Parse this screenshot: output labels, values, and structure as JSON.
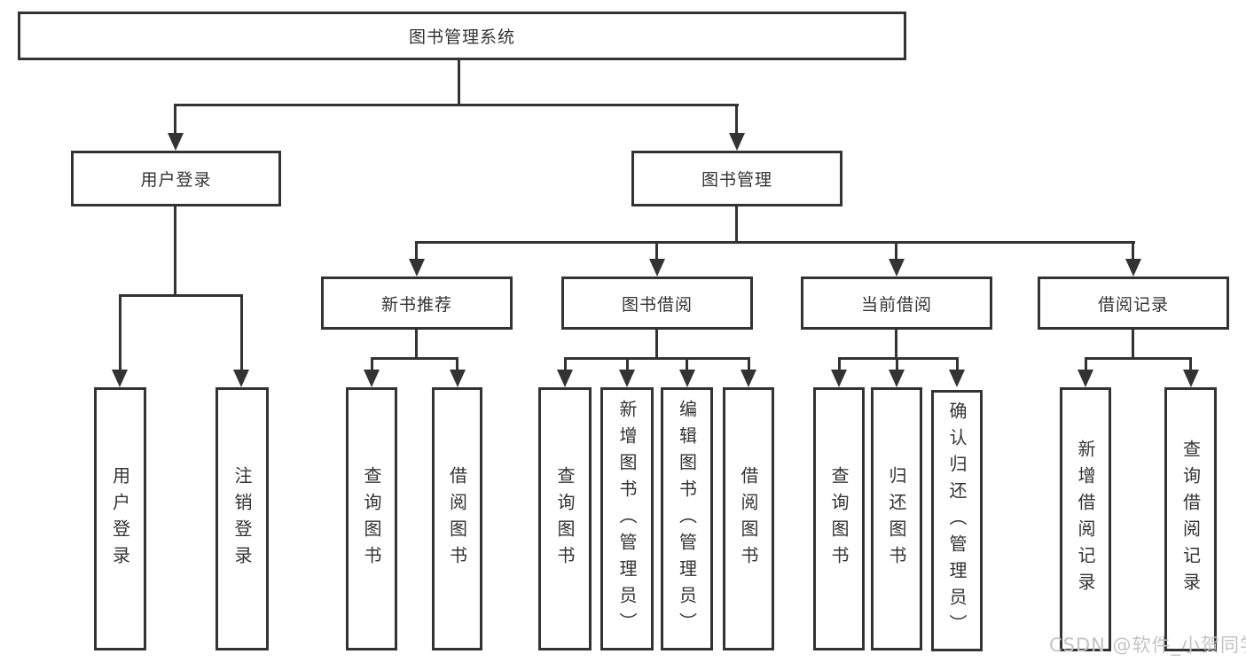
{
  "diagram": {
    "title_node": "图书管理系统",
    "root": {
      "label": "图书管理系统"
    },
    "branches": [
      {
        "label": "用户登录",
        "children": [
          {
            "label": "用户登录"
          },
          {
            "label": "注销登录"
          }
        ]
      },
      {
        "label": "图书管理",
        "children": [
          {
            "label": "新书推荐",
            "children": [
              {
                "label": "查询图书"
              },
              {
                "label": "借阅图书"
              }
            ]
          },
          {
            "label": "图书借阅",
            "children": [
              {
                "label": "查询图书"
              },
              {
                "label": "新增图书（管理员）"
              },
              {
                "label": "编辑图书（管理员）"
              },
              {
                "label": "借阅图书"
              }
            ]
          },
          {
            "label": "当前借阅",
            "children": [
              {
                "label": "查询图书"
              },
              {
                "label": "归还图书"
              },
              {
                "label": "确认归还（管理员）"
              }
            ]
          },
          {
            "label": "借阅记录",
            "children": [
              {
                "label": "新增借阅记录"
              },
              {
                "label": "查询借阅记录"
              }
            ]
          }
        ]
      }
    ],
    "watermark": "CSDN @软件_小贺同学",
    "colors": {
      "line": "#333333",
      "text": "#333333",
      "background": "#ffffff",
      "watermark": "#c4c4c4"
    }
  }
}
